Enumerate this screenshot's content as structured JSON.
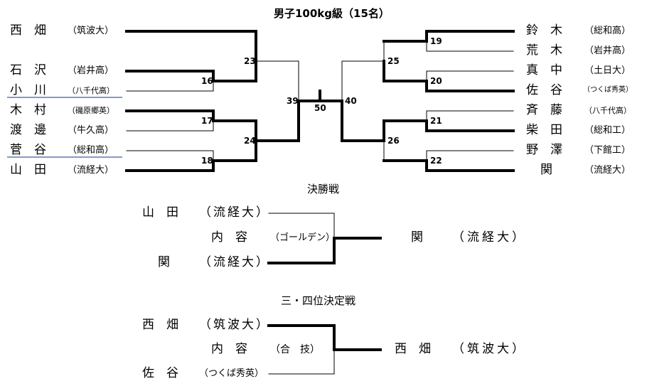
{
  "title": "男子100kg級（15名）",
  "left_entries": [
    {
      "name": "西　畑",
      "school": "（筑波大）"
    },
    {
      "name": "石　沢",
      "school": "（岩井高）"
    },
    {
      "name": "小　川",
      "school": "（八千代高）"
    },
    {
      "name": "木　村",
      "school": "（磯原郷英）"
    },
    {
      "name": "渡　邊",
      "school": "（牛久高）"
    },
    {
      "name": "菅　谷",
      "school": "（総和高）"
    },
    {
      "name": "山　田",
      "school": "（流経大）"
    }
  ],
  "right_entries": [
    {
      "name": "鈴　木",
      "school": "（総和高）"
    },
    {
      "name": "荒　木",
      "school": "（岩井高）"
    },
    {
      "name": "真　中",
      "school": "（土日大）"
    },
    {
      "name": "佐　谷",
      "school": "（つくば秀英）"
    },
    {
      "name": "斉　藤",
      "school": "（八千代高）"
    },
    {
      "name": "柴　田",
      "school": "（総和工）"
    },
    {
      "name": "野　澤",
      "school": "（下館工）"
    },
    {
      "name": "関",
      "school": "（流経大）"
    }
  ],
  "match_numbers": {
    "m16": "16",
    "m17": "17",
    "m18": "18",
    "m23": "23",
    "m24": "24",
    "m39": "39",
    "m50": "50",
    "m40": "40",
    "m25": "25",
    "m26": "26",
    "m19": "19",
    "m20": "20",
    "m21": "21",
    "m22": "22"
  },
  "final": {
    "heading": "決勝戦",
    "top_name": "山　田",
    "top_school": "（流経大）",
    "bottom_name": "関",
    "bottom_school": "（流経大）",
    "content_label": "内　容",
    "content_value": "（ゴールデン）",
    "winner_name": "関",
    "winner_school": "（流経大）"
  },
  "third": {
    "heading": "三・四位決定戦",
    "top_name": "西　畑",
    "top_school": "（筑波大）",
    "bottom_name": "佐　谷",
    "bottom_school": "（つくば秀英）",
    "content_label": "内　容",
    "content_value": "（合　技）",
    "winner_name": "西　畑",
    "winner_school": "（筑波大）"
  },
  "colors": {
    "line": "#000000",
    "underline": "#3a5fa8"
  }
}
